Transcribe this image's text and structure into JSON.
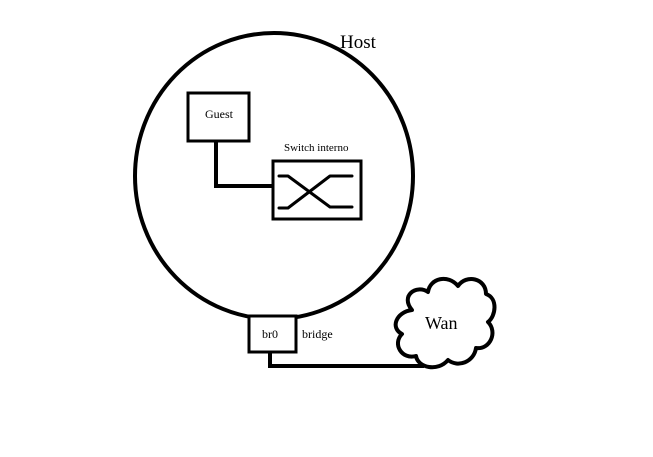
{
  "diagram": {
    "host": {
      "label": "Host"
    },
    "guest": {
      "label": "Guest"
    },
    "switch": {
      "label": "Switch interno",
      "icon": "crossover-switch-icon"
    },
    "bridge": {
      "port_label": "br0",
      "caption": "bridge"
    },
    "wan": {
      "label": "Wan",
      "icon": "cloud-icon"
    },
    "colors": {
      "stroke": "#000000",
      "background": "#ffffff"
    }
  }
}
